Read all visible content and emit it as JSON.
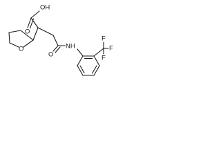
{
  "molecule": {
    "labels": {
      "oh": "OH",
      "o_carbonyl_acid": "O",
      "o_ring": "O",
      "o_amide": "O",
      "nh": "NH",
      "f_top": "F",
      "f_right": "F",
      "f_bottom": "F"
    }
  }
}
